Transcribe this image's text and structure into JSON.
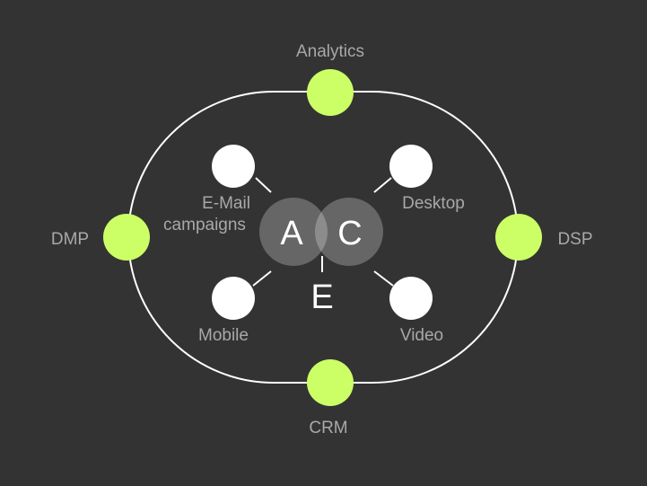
{
  "diagram": {
    "outer_nodes": {
      "analytics": "Analytics",
      "dmp": "DMP",
      "dsp": "DSP",
      "crm": "CRM"
    },
    "inner_nodes": {
      "email": [
        "E-Mail",
        "campaigns"
      ],
      "desktop": "Desktop",
      "mobile": "Mobile",
      "video": "Video"
    },
    "center": {
      "left_letter": "A",
      "right_letter": "C",
      "bottom_letter": "E"
    }
  },
  "colors": {
    "background": "#333333",
    "accent": "#CCFF66",
    "node_white": "#FFFFFF",
    "label_gray": "#A8A8A8",
    "venn_fill": "#6A6A6A"
  }
}
